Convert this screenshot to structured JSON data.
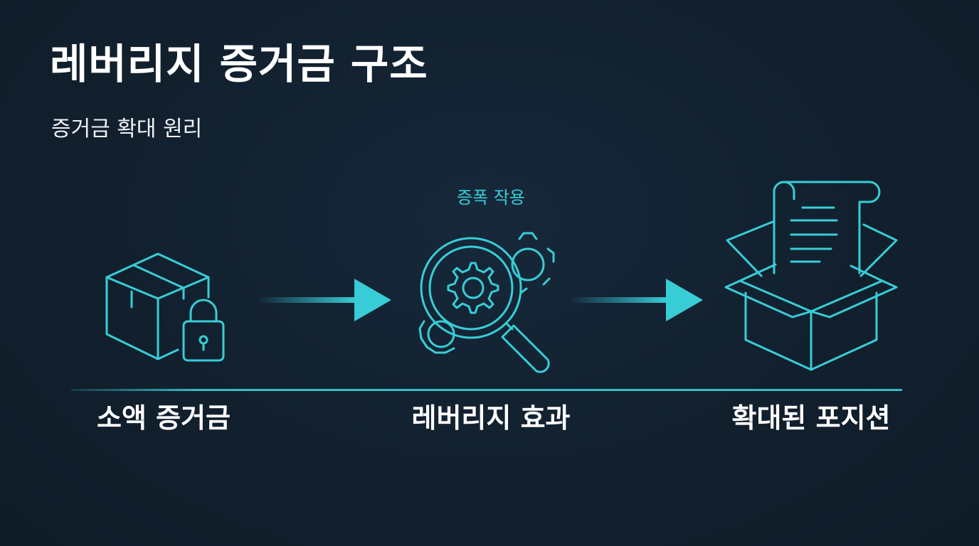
{
  "header": {
    "title": "레버리지 증거금 구조",
    "subtitle": "증거금 확대 원리"
  },
  "annotation": {
    "amplification": "증폭 작용"
  },
  "steps": [
    {
      "label": "소액 증거금",
      "icon": "locked-box-icon"
    },
    {
      "label": "레버리지 효과",
      "icon": "magnifier-gears-icon"
    },
    {
      "label": "확대된 포지션",
      "icon": "open-box-document-icon"
    }
  ],
  "colors": {
    "background": "#12202e",
    "accent": "#38cdd6",
    "text": "#ffffff"
  }
}
